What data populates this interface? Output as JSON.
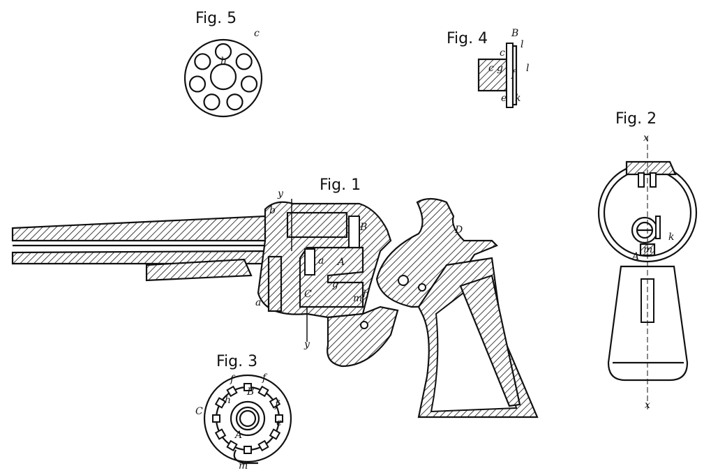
{
  "figures": {
    "fig5": {
      "title": "Fig. 5",
      "labels": {
        "c": "c",
        "h": "h"
      }
    },
    "fig4": {
      "title": "Fig. 4",
      "labels": {
        "B": "B",
        "l1": "l",
        "c1": "c",
        "c2": "c",
        "g": "g",
        "e1": "e",
        "f": "f",
        "l2": "l",
        "e2": "e",
        "k": "k"
      }
    },
    "fig2": {
      "title": "Fig. 2",
      "labels": {
        "x_top": "x",
        "k": "k",
        "A": "A",
        "m": "m",
        "x_bottom": "x"
      }
    },
    "fig1": {
      "title": "Fig. 1",
      "labels": {
        "y_top": "y",
        "b": "b",
        "B": "B",
        "D": "D",
        "a1": "a",
        "A": "A",
        "C": "C",
        "g": "g",
        "h": "h",
        "m": "m",
        "a2": "a",
        "y_bottom": "y"
      }
    },
    "fig3": {
      "title": "Fig. 3",
      "labels": {
        "C": "C",
        "B": "B",
        "f1": "f",
        "f2": "f",
        "f3": "f",
        "h": "h",
        "e": "e",
        "A": "A",
        "m": "m"
      }
    }
  },
  "colors": {
    "ink": "#111111",
    "paper": "#ffffff"
  }
}
